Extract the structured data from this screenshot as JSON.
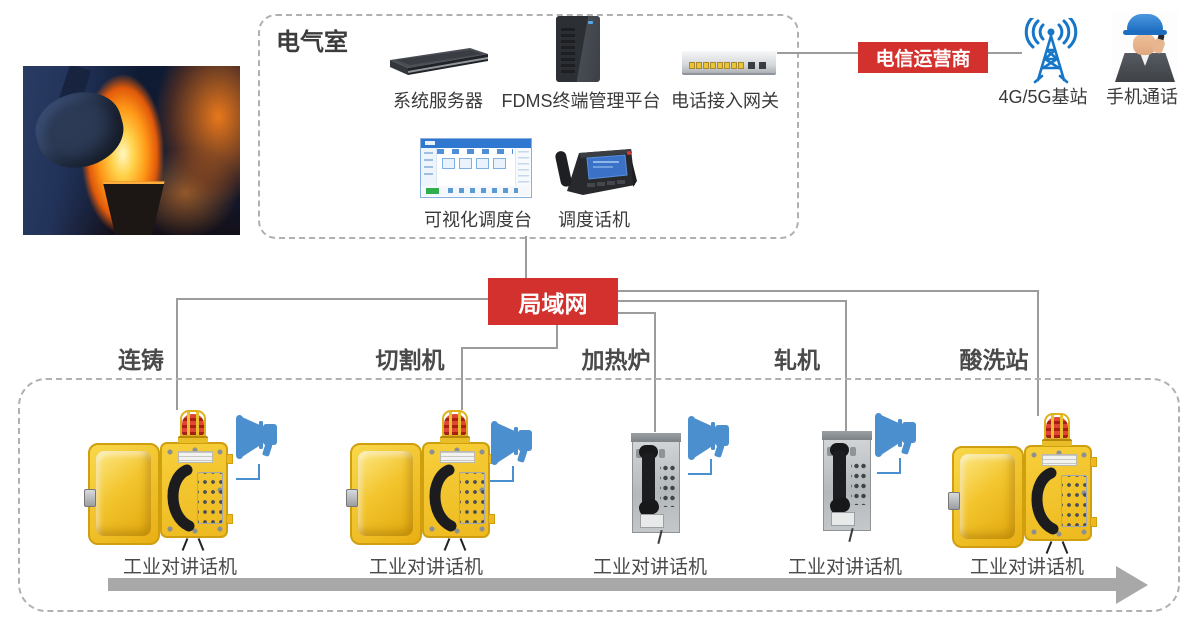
{
  "page": {
    "background": "#ffffff"
  },
  "colors": {
    "accent_red": "#d2312d",
    "line_gray": "#9c9c9c",
    "dashed_border_gray": "#b0b0b0",
    "device_label_dark": "#3a3a3a",
    "station_label_gray": "#4a4a4a",
    "speaker_blue": "#4b8fce",
    "antenna_blue": "#1677c8",
    "phone_yellow": "#f1c32a",
    "beacon_red": "#cf2b20",
    "arrow_gray": "#a8a8a8"
  },
  "electrical_room": {
    "title": "电气室",
    "devices": [
      {
        "label": "系统服务器",
        "icon": "rack-server-icon"
      },
      {
        "label": "FDMS终端管理平台",
        "icon": "tower-server-icon"
      },
      {
        "label": "电话接入网关",
        "icon": "gateway-switch-icon"
      },
      {
        "label": "可视化调度台",
        "icon": "dispatch-console-icon"
      },
      {
        "label": "调度话机",
        "icon": "dispatch-phone-icon"
      }
    ]
  },
  "telecom": {
    "operator": "电信运营商",
    "base_station": "4G/5G基站",
    "mobile_call": "手机通话"
  },
  "network": {
    "lan": "局域网"
  },
  "stations": [
    {
      "name": "连铸",
      "device": "工业对讲话机",
      "phone_type": "weatherproof-yellow",
      "has_speaker": true
    },
    {
      "name": "切割机",
      "device": "工业对讲话机",
      "phone_type": "weatherproof-yellow",
      "has_speaker": true
    },
    {
      "name": "加热炉",
      "device": "工业对讲话机",
      "phone_type": "stainless-panel",
      "has_speaker": true
    },
    {
      "name": "轧机",
      "device": "工业对讲话机",
      "phone_type": "stainless-panel",
      "has_speaker": true
    },
    {
      "name": "酸洗站",
      "device": "工业对讲话机",
      "phone_type": "weatherproof-yellow",
      "has_speaker": false
    }
  ],
  "icons": {
    "foundry-photo": "molten-steel-pouring-photo",
    "rack-server-icon": "1u-rack-server",
    "tower-server-icon": "tower-server",
    "gateway-switch-icon": "telephone-access-gateway-switch",
    "dispatch-console-icon": "visual-dispatch-console-screen",
    "dispatch-phone-icon": "ip-dispatch-telephone",
    "base-station-icon": "radio-mast-with-waves",
    "worker-photo": "engineer-in-hardhat-on-phone",
    "speaker-icon": "blue-megaphone-loudspeaker",
    "beacon-icon": "red-warning-beacon-in-cage",
    "flow-arrow-icon": "right-pointing-process-arrow"
  }
}
